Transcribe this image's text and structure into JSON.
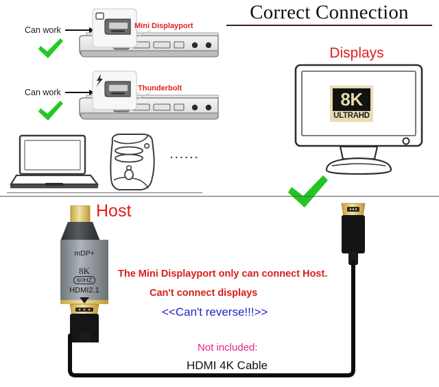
{
  "title": "Correct Connection",
  "left_panel": {
    "rows": [
      {
        "can_work_label": "Can work",
        "port_label": "Mini Displayport",
        "port_icon": "mini-displayport-icon",
        "check_icon": "green-check-icon"
      },
      {
        "can_work_label": "Can work",
        "port_label": "Thunderbolt",
        "port_icon": "thunderbolt-bolt-icon",
        "check_icon": "green-check-icon"
      }
    ],
    "devices": {
      "laptop_icon": "laptop-outline-icon",
      "tower_icon": "desktop-tower-outline-icon",
      "more_dots": "······"
    }
  },
  "right_panel": {
    "displays_label": "Displays",
    "monitor_icon": "monitor-outline-icon",
    "badge": {
      "resolution": "8K",
      "ultra": "ULTRA",
      "hd": "HD"
    },
    "check_icon": "green-check-icon",
    "hdmi_plug_icon": "hdmi-plug-icon"
  },
  "bottom": {
    "host_label": "Host",
    "adapter": {
      "name": "mdp-to-hdmi-adapter",
      "top_label": "mDP+",
      "resolution": "8K",
      "refresh": "60HZ",
      "standard": "HDMI2.1",
      "arrow_glyph": "▼",
      "connector_top_icon": "mini-displayport-male-icon",
      "connector_bottom_icon": "hdmi-female-port-icon"
    },
    "notes": [
      "The Mini Displayport only can connect Host.",
      "Can't connect displays",
      "<<Can't reverse!!!>>"
    ],
    "not_included_label": "Not included:",
    "not_included_item": "HDMI 4K Cable",
    "cable_icon": "hdmi-cable-icon"
  },
  "colors": {
    "red": "#e02020",
    "red_bright": "#e31b1b",
    "blue": "#2222c8",
    "pink": "#e0238c",
    "green": "#22c522",
    "gold": "#d4af37",
    "black": "#111111"
  }
}
